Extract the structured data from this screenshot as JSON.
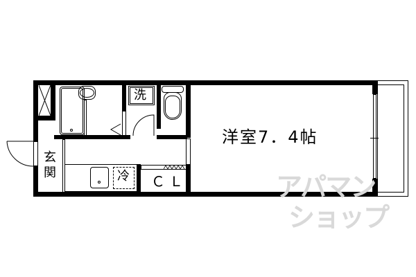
{
  "floorplan": {
    "rooms": {
      "western_room": "洋室7．4帖",
      "entrance": "玄関",
      "entrance_line1": "玄",
      "entrance_line2": "関",
      "closet": "ＣＬ",
      "washer": "洗",
      "fridge": "冷"
    },
    "watermark": {
      "line1": "アパマン",
      "line2": "ショップ"
    },
    "colors": {
      "wall": "#000000",
      "background": "#ffffff",
      "watermark": "#d9d9d9"
    }
  }
}
